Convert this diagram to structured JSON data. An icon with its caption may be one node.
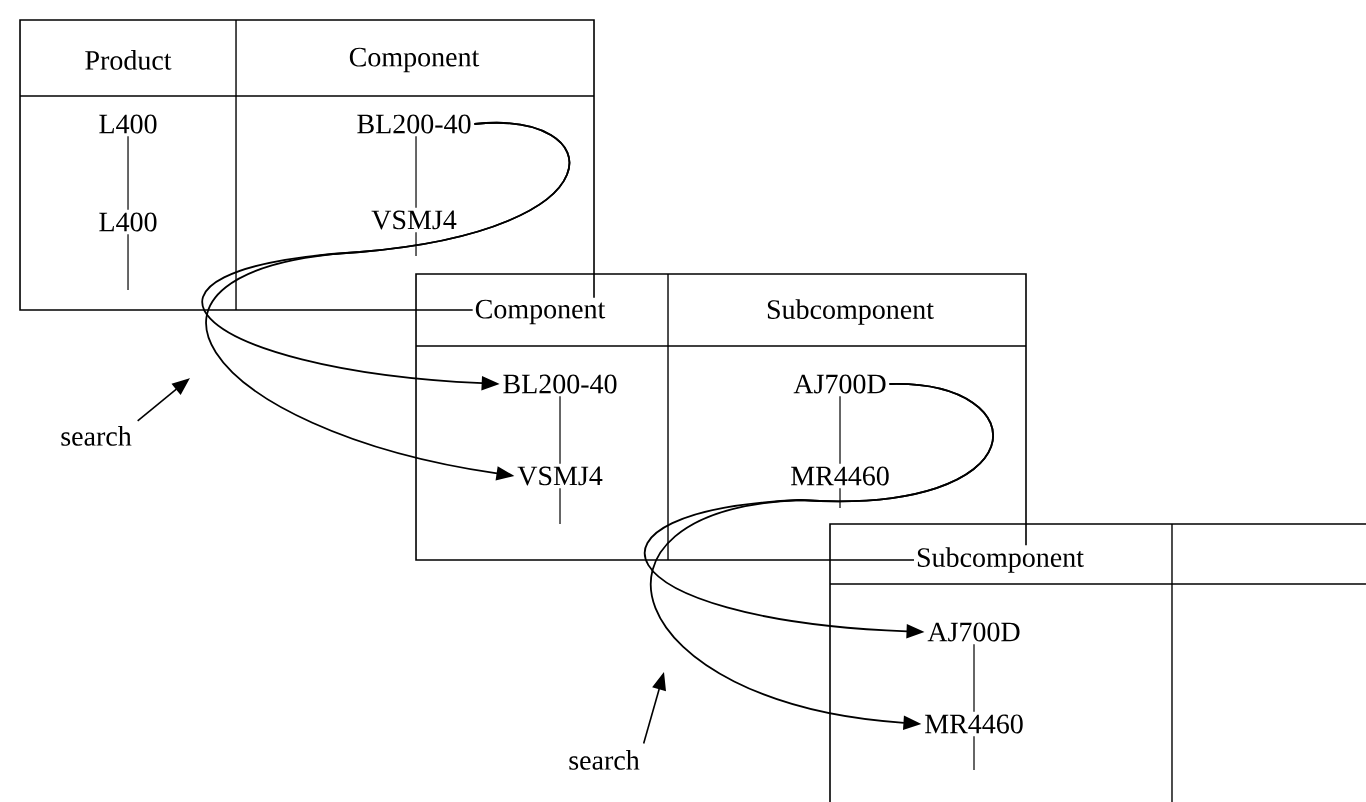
{
  "diagram": {
    "nodes": [
      {
        "text": [],
        "shape": "box"
      },
      {
        "text": [
          "Product"
        ],
        "in": 0
      },
      {
        "text": [
          "Component"
        ],
        "in": 0
      },
      {
        "text": [
          "L400"
        ],
        "in": 0
      },
      {
        "text": [
          "L400"
        ],
        "in": 0
      },
      {
        "text": [
          "BL200-40"
        ],
        "in": 0
      },
      {
        "text": [
          "VSMJ4"
        ],
        "in": 0
      },
      {
        "text": [],
        "shape": "box"
      },
      {
        "text": [
          "Component"
        ],
        "in": 7
      },
      {
        "text": [
          "Subcomponent"
        ],
        "in": 7
      },
      {
        "text": [
          "BL200-40"
        ],
        "in": 7
      },
      {
        "text": [
          "VSMJ4"
        ],
        "in": 7
      },
      {
        "text": [
          "AJ700D"
        ],
        "in": 7
      },
      {
        "text": [
          "MR4460"
        ],
        "in": 7
      },
      {
        "text": [],
        "shape": "box"
      },
      {
        "text": [
          "Subcomponent"
        ],
        "in": 14
      },
      {
        "text": [
          "AJ700D"
        ],
        "in": 14
      },
      {
        "text": [
          "MR4460"
        ],
        "in": 14
      },
      {
        "text": [
          "search"
        ]
      },
      {
        "text": [
          "search"
        ]
      }
    ],
    "edges": [
      {
        "from": 5,
        "to": 10,
        "arrow": "to"
      },
      {
        "from": 5,
        "to": 11,
        "arrow": "to"
      },
      {
        "from": 12,
        "to": 16,
        "arrow": "to"
      },
      {
        "from": 12,
        "to": 17,
        "arrow": "to"
      },
      {
        "from": 18,
        "to": null,
        "arrow": "to"
      },
      {
        "from": 19,
        "to": null,
        "arrow": "to"
      },
      {
        "from": 3,
        "to": 4,
        "arrow": "none"
      },
      {
        "from": 5,
        "to": 6,
        "arrow": "none"
      },
      {
        "from": 10,
        "to": 11,
        "arrow": "none"
      },
      {
        "from": 12,
        "to": 13,
        "arrow": "none"
      },
      {
        "from": 16,
        "to": 17,
        "arrow": "none"
      }
    ]
  }
}
